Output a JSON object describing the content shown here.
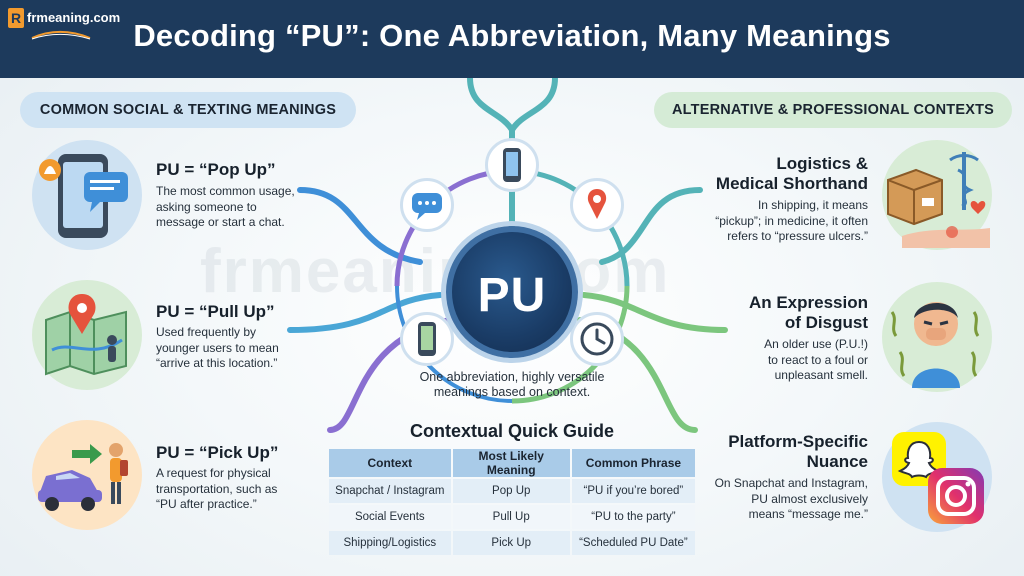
{
  "header": {
    "title": "Decoding “PU”: One Abbreviation, Many Meanings",
    "logo_mark": "R",
    "logo_text": "frmeaning.com"
  },
  "watermark": "frmeaning.com",
  "left_section": {
    "heading": "COMMON SOCIAL & TEXTING MEANINGS",
    "items": [
      {
        "title": "PU = “Pop Up”",
        "lines": [
          "The most common usage,",
          "asking someone to",
          "message or start a chat."
        ]
      },
      {
        "title": "PU = “Pull Up”",
        "lines": [
          "Used frequently by",
          "younger users to mean",
          "“arrive at this location.”"
        ]
      },
      {
        "title": "PU = “Pick Up”",
        "lines": [
          "A request for physical",
          "transportation, such as",
          "“PU after practice.”"
        ]
      }
    ]
  },
  "right_section": {
    "heading": "ALTERNATIVE & PROFESSIONAL CONTEXTS",
    "items": [
      {
        "title_lines": [
          "Logistics &",
          "Medical Shorthand"
        ],
        "lines": [
          "In shipping, it means",
          "“pickup”; in medicine, it often",
          "refers to “pressure ulcers.”"
        ]
      },
      {
        "title_lines": [
          "An Expression",
          "of Disgust"
        ],
        "lines": [
          "An older use (P.U.!)",
          "to react to a foul or",
          "unpleasant smell."
        ]
      },
      {
        "title_lines": [
          "Platform-Specific",
          "Nuance"
        ],
        "lines": [
          "On Snapchat and Instagram,",
          "PU almost exclusively",
          "means “message me.”"
        ]
      }
    ]
  },
  "center": {
    "core_label": "PU",
    "caption_lines": [
      "One abbreviation, highly versatile",
      "meanings based on context."
    ]
  },
  "quick_guide": {
    "title": "Contextual Quick Guide",
    "headers": [
      "Context",
      "Most Likely Meaning",
      "Common Phrase"
    ],
    "rows": [
      [
        "Snapchat / Instagram",
        "Pop Up",
        "“PU if you’re bored”"
      ],
      [
        "Social Events",
        "Pull Up",
        "“PU to the party”"
      ],
      [
        "Shipping/Logistics",
        "Pick Up",
        "“Scheduled PU Date”"
      ]
    ]
  },
  "colors": {
    "header_bg": "#1d3a5c",
    "accent_blue": "#3f8fd8",
    "accent_teal": "#54b3b7",
    "accent_green": "#7cc67e",
    "accent_purple": "#8a6fd1",
    "accent_orange": "#f29a2e"
  }
}
